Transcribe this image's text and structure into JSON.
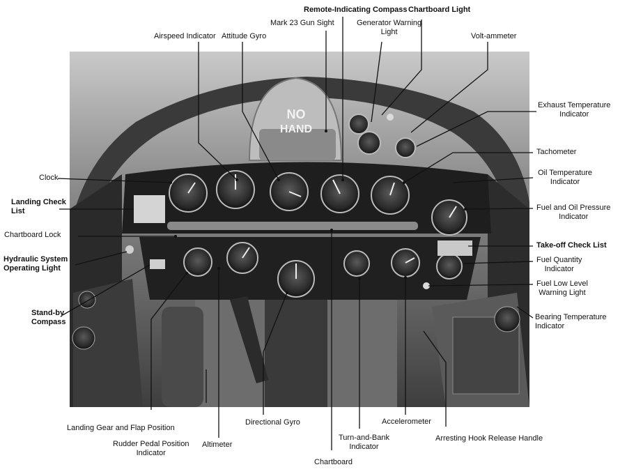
{
  "labels": {
    "mark23_gun_sight": "Mark 23 Gun Sight",
    "remote_indicating_compass": "Remote-Indicating Compass",
    "chartboard_light": "Chartboard Light",
    "generator_warning_light": "Generator Warning\nLight",
    "airspeed_indicator": "Airspeed Indicator",
    "attitude_gyro": "Attitude Gyro",
    "volt_ammeter": "Volt-ammeter",
    "exhaust_temperature_indicator": "Exhaust Temperature\nIndicator",
    "tachometer": "Tachometer",
    "clock": "Clock",
    "oil_temperature_indicator": "Oil Temperature\nIndicator",
    "landing_check_list": "Landing Check\nList",
    "fuel_and_oil_pressure_indicator": "Fuel and Oil Pressure\nIndicator",
    "chartboard_lock": "Chartboard Lock",
    "take_off_check_list": "Take-off Check List",
    "hydraulic_system_operating_light": "Hydraulic System\nOperating Light",
    "fuel_quantity_indicator": "Fuel Quantity\nIndicator",
    "fuel_low_level_warning_light": "Fuel Low Level\nWarning Light",
    "stand_by_compass": "Stand-by\nCompass",
    "bearing_temperature_indicator": "Bearing Temperature\nIndicator",
    "landing_gear_and_flap_position": "Landing Gear and Flap Position",
    "rudder_pedal_position_indicator": "Rudder Pedal Position\nIndicator",
    "altimeter": "Altimeter",
    "directional_gyro": "Directional Gyro",
    "accelerometer": "Accelerometer",
    "arresting_hook_release_handle": "Arresting Hook Release Handle",
    "turn_and_bank_indicator": "Turn-and-Bank\nIndicator",
    "chartboard": "Chartboard"
  },
  "photo": {
    "gun_sight_stencil": "NO\nHAND"
  }
}
